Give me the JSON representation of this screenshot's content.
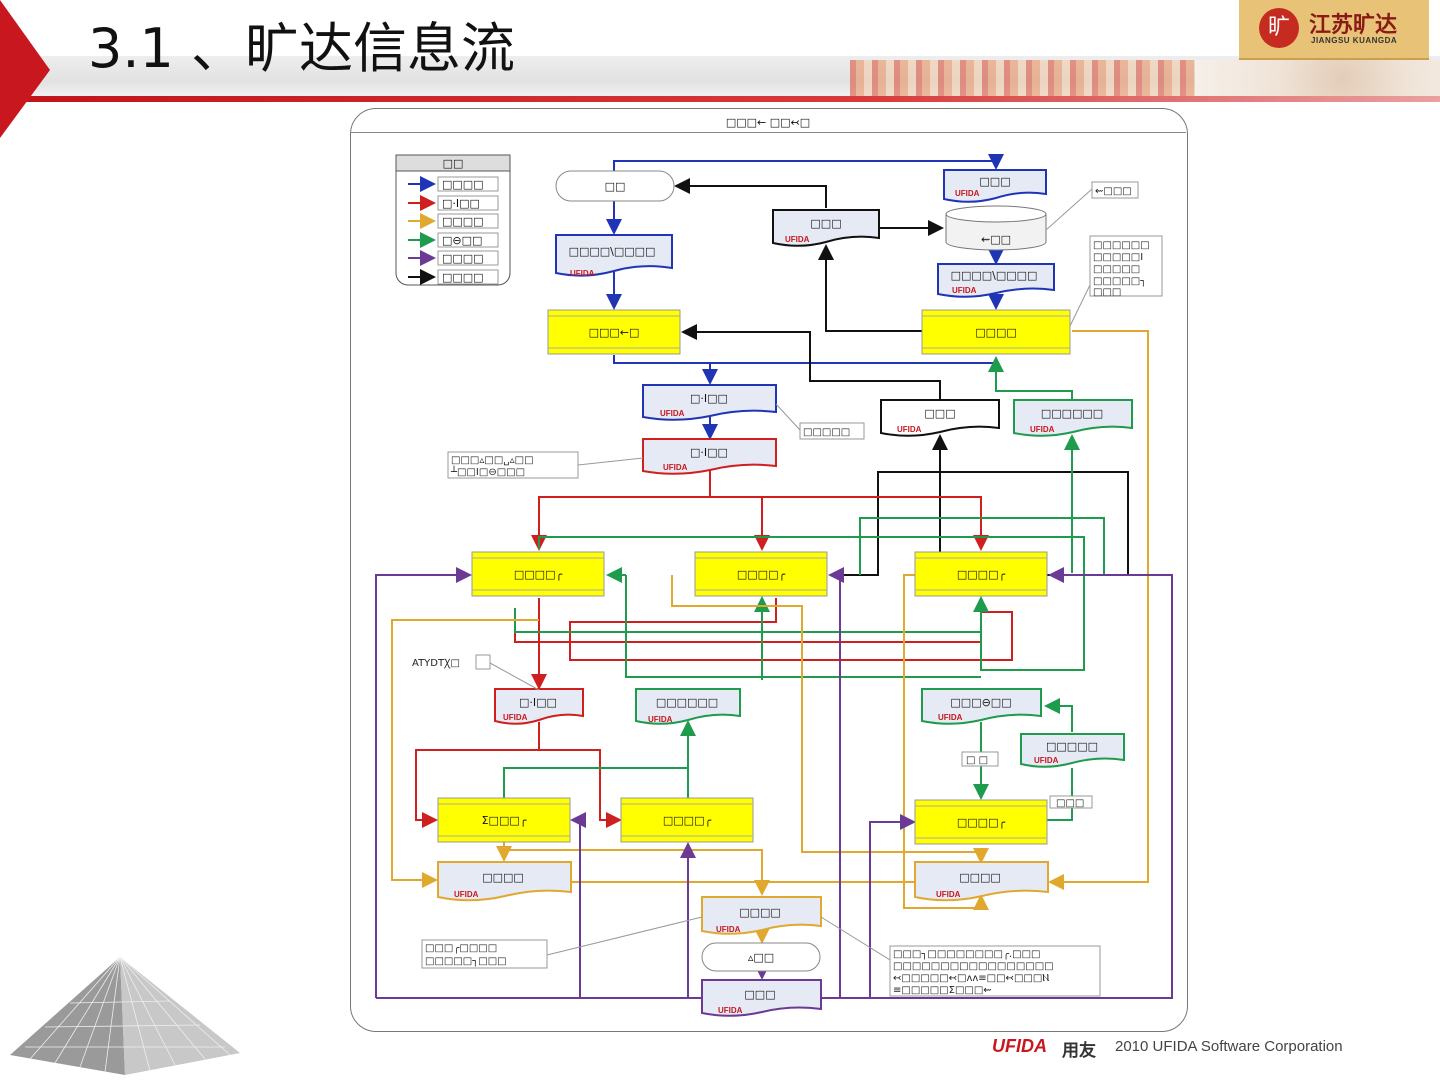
{
  "slide": {
    "title": "3.1 、旷达信息流",
    "logo": {
      "name_cn": "江苏旷达",
      "name_en": "JIANGSU KUANGDA",
      "mark": "旷"
    },
    "footer": {
      "brand": "UFIDA",
      "brand_cn": "用友",
      "copyright": "2010 UFIDA Software Corporation"
    }
  },
  "diagram": {
    "frame_title": "□□□←  □□↢□",
    "legend": {
      "title": "□□",
      "items": [
        {
          "label": "□□□□",
          "color": "#1f35b5"
        },
        {
          "label": "□·I□□",
          "color": "#d01f1f"
        },
        {
          "label": "□□□□",
          "color": "#e0a82e"
        },
        {
          "label": "□⊖□□",
          "color": "#1e9b4c"
        },
        {
          "label": "□□□□",
          "color": "#6a3a95"
        },
        {
          "label": "□□□□",
          "color": "#111111"
        }
      ]
    },
    "doc_tag": "UFIDA",
    "nodes": {
      "customer": "□□",
      "doc_top_right": "□□□",
      "doc_mid": "□□□",
      "database": "⇜□□",
      "doc_left_order": "□□□□\\□□□□",
      "doc_right_order": "□□□□\\□□□□",
      "proc_sales": "□□□←□",
      "proc_plan": "□□□□",
      "doc_red1": "□·I□□",
      "doc_red2": "□·I□□",
      "doc_black": "□□□",
      "doc_green_top": "□□□□□□",
      "proc_ws1": "□□□□╭",
      "proc_ws2": "□□□□╭",
      "proc_ws3": "□□□□╭",
      "doc_red3": "□·I□□",
      "doc_green_mid": "□□□□□□",
      "doc_green_right": "□□□⊖□□",
      "doc_green_right2": "□□□□□",
      "proc_low1": "Ʃ□□□╭",
      "proc_low2": "□□□□╭",
      "proc_low3": "□□□□╭",
      "doc_yellow1": "□□□□",
      "doc_yellow2": "□□□□",
      "doc_yellow3": "□□□□",
      "terminal_bottom": "▵□□",
      "doc_purple": "□□□"
    },
    "notes": {
      "note_db": "⇜□□□",
      "note_plan": [
        "□□□□□□",
        "□□□□□I",
        "□□□□□",
        "□□□□□┐",
        "□□□"
      ],
      "note_red": "□□□□□",
      "note_left": [
        "□□□▵□□␣▵□□",
        "┴□□I□⊖□□□"
      ],
      "note_atydt": "ATYDTꞳ□",
      "note_mid_small": "□  □",
      "note_right_small": "□□□",
      "note_bottom_left": [
        "□□□╭□□□□",
        "□□□□□┐□□□"
      ],
      "note_bottom_right": [
        "□□□┐□□□□□□□□╭.□□□",
        "□□□□□□□□□□□□□□□□□",
        "↢□□□□□↢□ʌʌ≡□□↢□□□Ⲛ",
        "≡□□□□□Ʃ□□□⇜"
      ]
    }
  }
}
